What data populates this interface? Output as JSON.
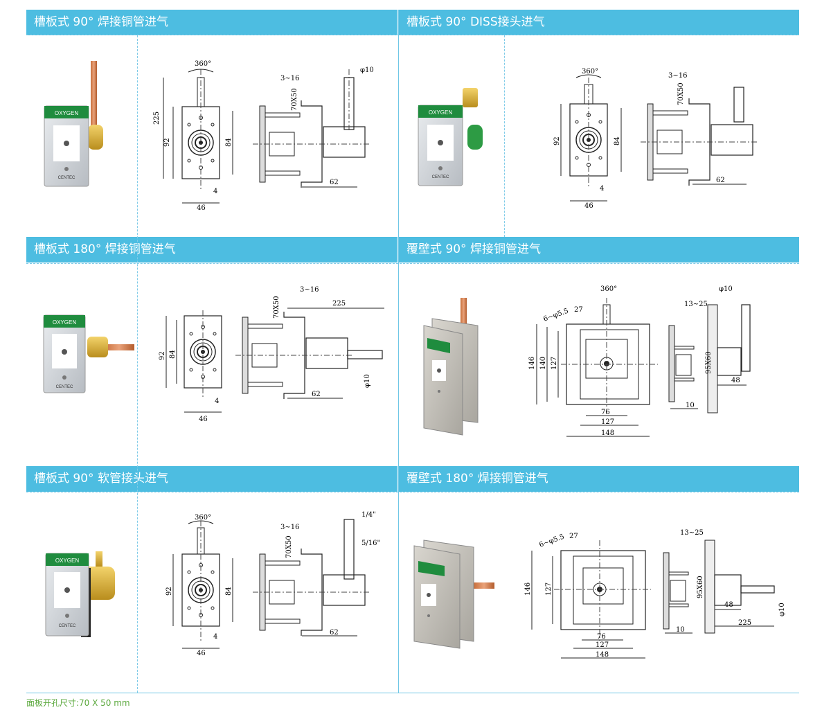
{
  "sections": [
    {
      "title": "槽板式 90° 焊接铜管进气"
    },
    {
      "title": "槽板式 90° DISS接头进气"
    },
    {
      "title": "槽板式 180° 焊接铜管进气"
    },
    {
      "title": "覆壁式 90° 焊接铜管进气"
    },
    {
      "title": "槽板式 90° 软管接头进气"
    },
    {
      "title": "覆壁式 180° 焊接铜管进气"
    }
  ],
  "photo": {
    "oxygen": "OXYGEN",
    "brand": "CENTEC"
  },
  "dims": {
    "rotation": "360°",
    "h225": "225",
    "h92": "92",
    "h84": "84",
    "w4": "4",
    "w46": "46",
    "gap": "3~16",
    "cut": "70X50",
    "d10": "φ10",
    "w62": "62",
    "len225": "225",
    "d10v": "φ10",
    "hose1": "1/4\"",
    "hose2": "5/16\"",
    "wall_hole": "6~φ5.5",
    "w27": "27",
    "h146": "146",
    "h140": "140",
    "h127": "127",
    "w76": "76",
    "w127": "127",
    "w148": "148",
    "gap2": "13~25",
    "cut2": "95X60",
    "w48": "48",
    "w10": "10"
  },
  "footnote": "面板开孔尺寸:70 X 50 mm"
}
